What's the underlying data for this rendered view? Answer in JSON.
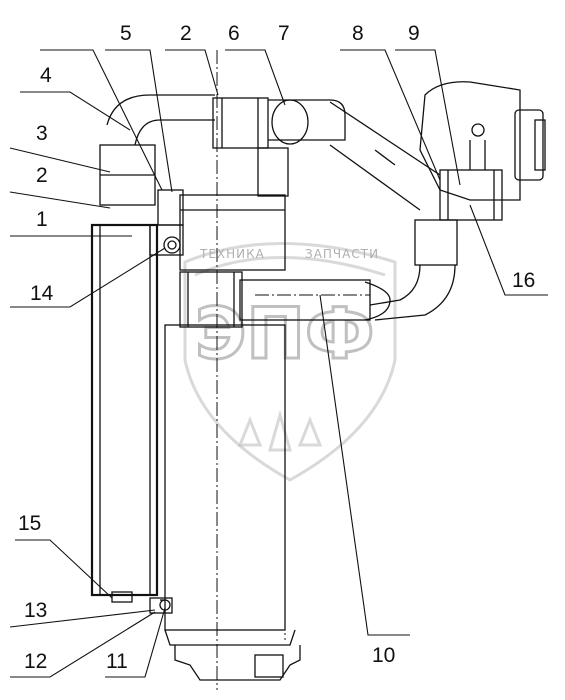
{
  "callouts": [
    {
      "id": "c1",
      "label": "1"
    },
    {
      "id": "c2a",
      "label": "2"
    },
    {
      "id": "c2b",
      "label": "2"
    },
    {
      "id": "c3",
      "label": "3"
    },
    {
      "id": "c4",
      "label": "4"
    },
    {
      "id": "c5",
      "label": "5"
    },
    {
      "id": "c6",
      "label": "6"
    },
    {
      "id": "c7",
      "label": "7"
    },
    {
      "id": "c8",
      "label": "8"
    },
    {
      "id": "c9",
      "label": "9"
    },
    {
      "id": "c10",
      "label": "10"
    },
    {
      "id": "c11",
      "label": "11"
    },
    {
      "id": "c12",
      "label": "12"
    },
    {
      "id": "c13",
      "label": "13"
    },
    {
      "id": "c14",
      "label": "14"
    },
    {
      "id": "c15",
      "label": "15"
    },
    {
      "id": "c16",
      "label": "16"
    }
  ],
  "watermark": {
    "line1": "ТЕХНИКА",
    "line2": "ЗАПЧАСТИ",
    "logo": "ЭПФ"
  }
}
